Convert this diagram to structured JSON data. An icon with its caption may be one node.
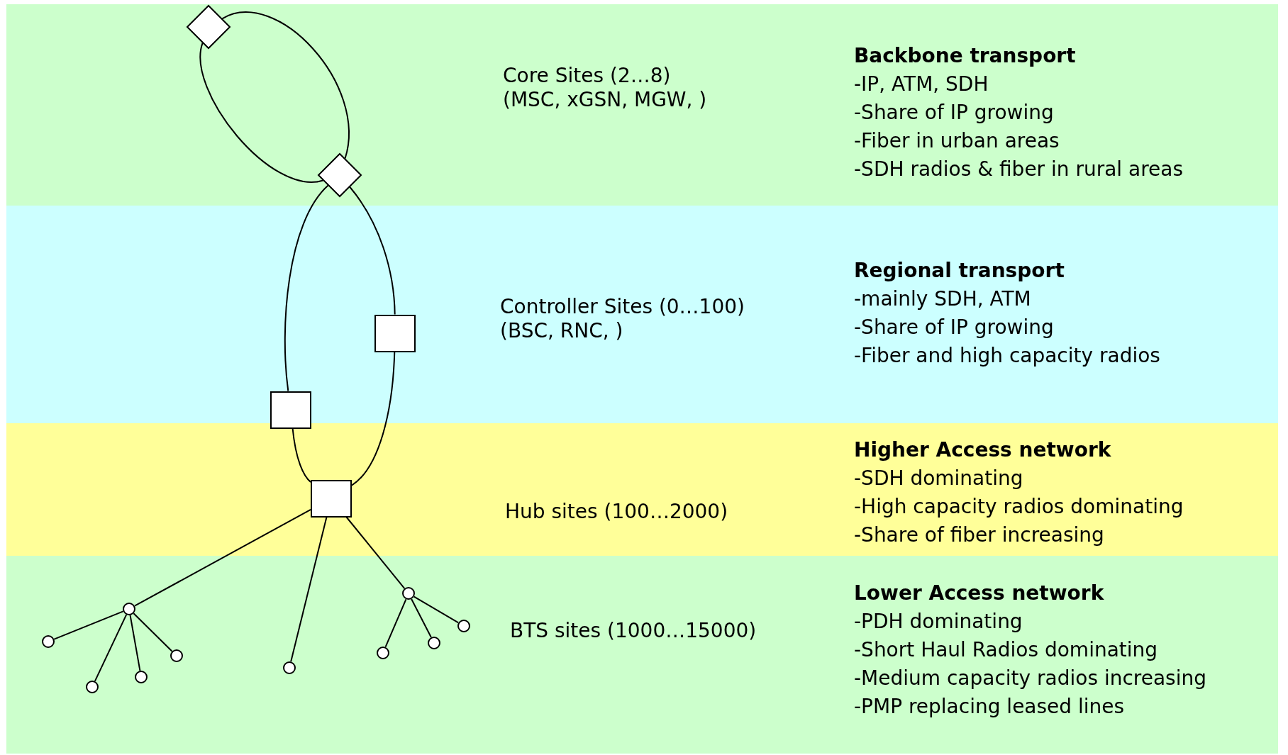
{
  "diagram": {
    "nodes": [
      {
        "text": [
          "Core Sites (2…8) (MSC, xGSN, MGW, )",
          "Backbone transport",
          "-IP, ATM, SDH",
          "-Share of IP growing",
          "-Fiber in urban areas",
          "-SDH radios & fiber in rural areas"
        ]
      },
      {
        "text": [],
        "shape": "diamond",
        "in": 0
      },
      {
        "text": [],
        "shape": "diamond",
        "in": 0
      },
      {
        "text": [
          "Controller Sites (0…100) (BSC, RNC, )",
          "Regional transport",
          "-mainly SDH, ATM",
          "-Share of IP growing",
          "-Fiber and high capacity radios"
        ]
      },
      {
        "text": [],
        "shape": "box",
        "in": 3
      },
      {
        "text": [],
        "shape": "box",
        "in": 3
      },
      {
        "text": [
          "Hub sites (100…2000)",
          "Higher Access network",
          "-SDH dominating",
          "-High capacity radios dominating",
          "-Share of fiber increasing"
        ]
      },
      {
        "text": [],
        "shape": "box",
        "in": 6
      },
      {
        "text": [
          "BTS sites (1000…15000)",
          "Lower Access network",
          "-PDH dominating",
          "-Short Haul Radios dominating",
          "-Medium capacity radios increasing",
          "-PMP replacing leased lines"
        ]
      },
      {
        "text": [],
        "shape": "circle",
        "in": 8
      },
      {
        "text": [],
        "shape": "circle",
        "in": 8
      },
      {
        "text": [],
        "shape": "circle",
        "in": 8
      },
      {
        "text": [],
        "shape": "circle",
        "in": 8
      },
      {
        "text": [],
        "shape": "circle",
        "in": 8
      },
      {
        "text": [],
        "shape": "circle",
        "in": 8
      },
      {
        "text": [],
        "shape": "circle",
        "in": 8
      },
      {
        "text": [],
        "shape": "circle",
        "in": 8
      },
      {
        "text": [],
        "shape": "circle",
        "in": 8
      },
      {
        "text": [],
        "shape": "circle",
        "in": 8
      }
    ],
    "edges": [
      {
        "from": 1,
        "to": 2,
        "arrow": "none"
      },
      {
        "from": 1,
        "to": 2,
        "arrow": "none"
      },
      {
        "from": 2,
        "to": 4,
        "arrow": "none"
      },
      {
        "from": 2,
        "to": 5,
        "arrow": "none"
      },
      {
        "from": 4,
        "to": 7,
        "arrow": "none"
      },
      {
        "from": 5,
        "to": 7,
        "arrow": "none"
      },
      {
        "from": 7,
        "to": 11,
        "arrow": "none"
      },
      {
        "from": 7,
        "to": 14,
        "arrow": "none"
      },
      {
        "from": 7,
        "to": 16,
        "arrow": "none"
      },
      {
        "from": 11,
        "to": 9,
        "arrow": "none"
      },
      {
        "from": 11,
        "to": 10,
        "arrow": "none"
      },
      {
        "from": 11,
        "to": 12,
        "arrow": "none"
      },
      {
        "from": 11,
        "to": 13,
        "arrow": "none"
      },
      {
        "from": 16,
        "to": 15,
        "arrow": "none"
      },
      {
        "from": 16,
        "to": 17,
        "arrow": "none"
      },
      {
        "from": 16,
        "to": 18,
        "arrow": "none"
      }
    ]
  }
}
